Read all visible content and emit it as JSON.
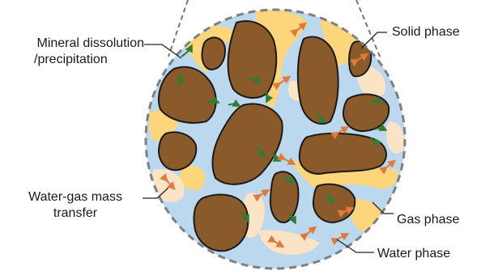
{
  "labels": {
    "mineral_line1": "Mineral dissolution",
    "mineral_line2": "/precipitation",
    "solid": "Solid phase",
    "watergas_line1": "Water-gas mass",
    "watergas_line2": "transfer",
    "gas": "Gas phase",
    "water": "Water phase"
  },
  "colors": {
    "water": "#bcd8ef",
    "gas": "#fdd57a",
    "gas_light": "#fbe3c6",
    "solid": "#8b5a2b",
    "solid_outline": "#1a1a1a",
    "border": "#7f7f7f",
    "mineral_arrow": "#2e7d32",
    "transfer_arrow": "#e07a3a"
  },
  "icons": {
    "mineral_arrow": "green-curved-arrow-icon",
    "transfer_arrow": "orange-double-arrow-icon"
  }
}
